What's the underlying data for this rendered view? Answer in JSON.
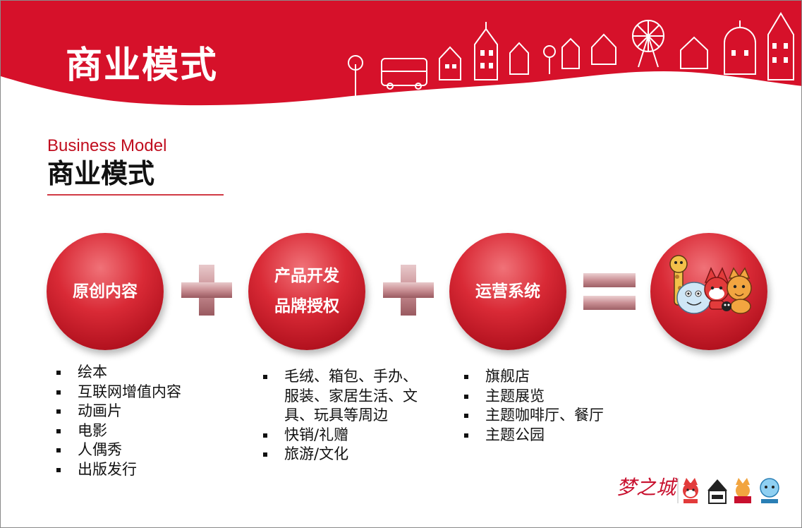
{
  "header": {
    "title": "商业模式"
  },
  "subtitle": {
    "en": "Business Model",
    "cn": "商业模式"
  },
  "circles": {
    "original_content": "原创内容",
    "product_dev_line1": "产品开发",
    "product_dev_line2": "品牌授权",
    "operations": "运营系统"
  },
  "operators": {
    "plus": "+",
    "equals": "="
  },
  "lists": {
    "content": [
      "绘本",
      "互联网增值内容",
      "动画片",
      "电影",
      "人偶秀",
      "出版发行"
    ],
    "products": [
      "毛绒、箱包、手办、服装、家居生活、文具、玩具等周边",
      "快销/礼赠",
      "旅游/文化"
    ],
    "operations": [
      "旗舰店",
      "主题展览",
      "主题咖啡厅、餐厅",
      "主题公园"
    ]
  },
  "footer": {
    "brand_logo_text": "梦之城"
  },
  "colors": {
    "brand_red": "#d6112a",
    "circle_red": "#c41925",
    "operator_pink": "#c98f94"
  }
}
